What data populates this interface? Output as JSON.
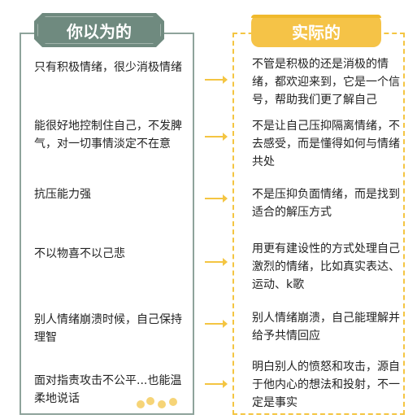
{
  "headers": {
    "left": "你以为的",
    "right": "实际的"
  },
  "rows": [
    {
      "belief": "只有积极情绪，很少消极情绪",
      "reality": "不管是积极的还是消极的情绪，都欢迎来到，它是一个信号，帮助我们更了解自己"
    },
    {
      "belief": "能很好地控制住自己，不发脾气，对一切事情淡定不在意",
      "reality": "不是让自己压抑隔离情绪，不去感受，而是懂得如何与情绪共处"
    },
    {
      "belief": "抗压能力强",
      "reality": "不是压抑负面情绪，而是找到适合的解压方式"
    },
    {
      "belief": "不以物喜不以己悲",
      "reality": "用更有建设性的方式处理自己激烈的情绪，比如真实表达、运动、k歌"
    },
    {
      "belief": "别人情绪崩溃时候，自己保持理智",
      "reality": "别人情绪崩溃，自己能理解并给予共情回应"
    },
    {
      "belief": "面对指责攻击不公平...也能温柔地说话",
      "reality": "明白别人的愤怒和攻击，源自于他内心的想法和投射，不一定是事实"
    }
  ],
  "colors": {
    "left_header_bg": "#6f8a7f",
    "left_border": "#8ea39b",
    "right_header_bg": "#f5c347",
    "right_border": "#f4c542",
    "arrow": "#f4c542"
  }
}
